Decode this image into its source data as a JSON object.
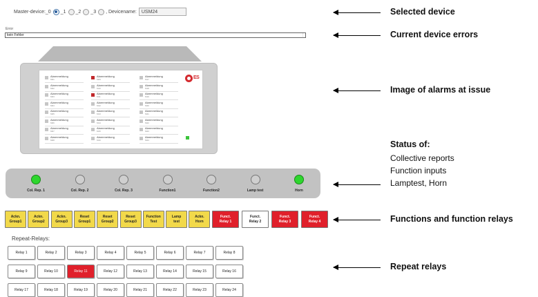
{
  "device_row": {
    "master_label": "Master-device: _0",
    "radios": [
      {
        "label": "_0",
        "selected": true
      },
      {
        "label": "_1",
        "selected": false
      },
      {
        "label": "_2",
        "selected": false
      },
      {
        "label": "_3",
        "selected": false
      }
    ],
    "devicename_label": ", Devicename:",
    "devicename_value": "USM24"
  },
  "error": {
    "label": "Error",
    "value": "kein Fehler"
  },
  "alarm_panel": {
    "logo_text": "ES",
    "columns": [
      [
        {
          "t": "Alarmmeldung",
          "s": "M01",
          "red": false
        },
        {
          "t": "Alarmmeldung",
          "s": "M02",
          "red": false
        },
        {
          "t": "Alarmmeldung",
          "s": "M03",
          "red": false
        },
        {
          "t": "Alarmmeldung",
          "s": "M04",
          "red": false
        },
        {
          "t": "Alarmmeldung",
          "s": "M05",
          "red": false
        },
        {
          "t": "Alarmmeldung",
          "s": "M06",
          "red": false
        },
        {
          "t": "Alarmmeldung",
          "s": "M07",
          "red": false
        },
        {
          "t": "Alarmmeldung",
          "s": "M08",
          "red": false
        }
      ],
      [
        {
          "t": "Alarmmeldung",
          "s": "M09",
          "red": true
        },
        {
          "t": "Alarmmeldung",
          "s": "M10",
          "red": false
        },
        {
          "t": "Alarmmeldung",
          "s": "M11",
          "red": true
        },
        {
          "t": "Alarmmeldung",
          "s": "M12",
          "red": false
        },
        {
          "t": "Alarmmeldung",
          "s": "M13",
          "red": false
        },
        {
          "t": "Alarmmeldung",
          "s": "M14",
          "red": false
        },
        {
          "t": "Alarmmeldung",
          "s": "M15",
          "red": false
        },
        {
          "t": "Alarmmeldung",
          "s": "M16",
          "red": false
        }
      ],
      [
        {
          "t": "Alarmmeldung",
          "s": "M17",
          "red": false
        },
        {
          "t": "Alarmmeldung",
          "s": "M18",
          "red": false
        },
        {
          "t": "Alarmmeldung",
          "s": "M19",
          "red": false
        },
        {
          "t": "Alarmmeldung",
          "s": "M20",
          "red": false
        },
        {
          "t": "Alarmmeldung",
          "s": "M21",
          "red": false
        },
        {
          "t": "Alarmmeldung",
          "s": "M22",
          "red": false
        },
        {
          "t": "Alarmmeldung",
          "s": "M23",
          "red": false
        },
        {
          "t": "Alarmmeldung",
          "s": "M24",
          "red": false
        }
      ]
    ]
  },
  "status": [
    {
      "label": "Col. Rep. 1",
      "on": true
    },
    {
      "label": "Col. Rep. 2",
      "on": false
    },
    {
      "label": "Col. Rep. 3",
      "on": false
    },
    {
      "label": "Function1",
      "on": false
    },
    {
      "label": "Function2",
      "on": false
    },
    {
      "label": "Lamp test",
      "on": false
    },
    {
      "label": "Horn",
      "on": true
    }
  ],
  "functions": [
    {
      "l1": "Ackn.",
      "l2": "Group1",
      "color": "yellow"
    },
    {
      "l1": "Ackn.",
      "l2": "Group2",
      "color": "yellow"
    },
    {
      "l1": "Ackn.",
      "l2": "Group3",
      "color": "yellow"
    },
    {
      "l1": "Reset",
      "l2": "Group1",
      "color": "yellow"
    },
    {
      "l1": "Reset",
      "l2": "Group2",
      "color": "yellow"
    },
    {
      "l1": "Reset",
      "l2": "Group3",
      "color": "yellow"
    },
    {
      "l1": "Function",
      "l2": "Test",
      "color": "yellow"
    },
    {
      "l1": "Lamp",
      "l2": "test",
      "color": "yellow"
    },
    {
      "l1": "Ackn.",
      "l2": "Horn",
      "color": "yellow"
    },
    {
      "l1": "Funct.",
      "l2": "Relay 1",
      "color": "red"
    },
    {
      "l1": "Funct.",
      "l2": "Relay 2",
      "color": "white"
    },
    {
      "l1": "Funct.",
      "l2": "Relay 3",
      "color": "red"
    },
    {
      "l1": "Funct.",
      "l2": "Relay 4",
      "color": "red"
    }
  ],
  "repeat_title": "Repeat-Relays:",
  "relays": [
    {
      "label": "Relay 1",
      "on": false
    },
    {
      "label": "Relay 2",
      "on": false
    },
    {
      "label": "Relay 3",
      "on": false
    },
    {
      "label": "Relay 4",
      "on": false
    },
    {
      "label": "Relay 5",
      "on": false
    },
    {
      "label": "Relay 6",
      "on": false
    },
    {
      "label": "Relay 7",
      "on": false
    },
    {
      "label": "Relay 8",
      "on": false
    },
    {
      "label": "Relay 9",
      "on": false
    },
    {
      "label": "Relay 10",
      "on": false
    },
    {
      "label": "Relay 11",
      "on": true
    },
    {
      "label": "Relay 12",
      "on": false
    },
    {
      "label": "Relay 13",
      "on": false
    },
    {
      "label": "Relay 14",
      "on": false
    },
    {
      "label": "Relay 15",
      "on": false
    },
    {
      "label": "Relay 16",
      "on": false
    },
    {
      "label": "Relay 17",
      "on": false
    },
    {
      "label": "Relay 18",
      "on": false
    },
    {
      "label": "Relay 19",
      "on": false
    },
    {
      "label": "Relay 20",
      "on": false
    },
    {
      "label": "Relay 21",
      "on": false
    },
    {
      "label": "Relay 22",
      "on": false
    },
    {
      "label": "Relay 23",
      "on": false
    },
    {
      "label": "Relay 24",
      "on": false
    }
  ],
  "annotations": {
    "selected_device": "Selected device",
    "current_errors": "Current device errors",
    "alarms_image": "Image of alarms at issue",
    "status_title": "Status of:",
    "status_l1": "Collective reports",
    "status_l2": "Function inputs",
    "status_l3": "Lamptest, Horn",
    "functions": "Functions and function relays",
    "repeat": "Repeat relays"
  },
  "colors": {
    "alarm_red": "#e0202b",
    "button_yellow": "#f2d94a",
    "led_green": "#2ed62e"
  }
}
